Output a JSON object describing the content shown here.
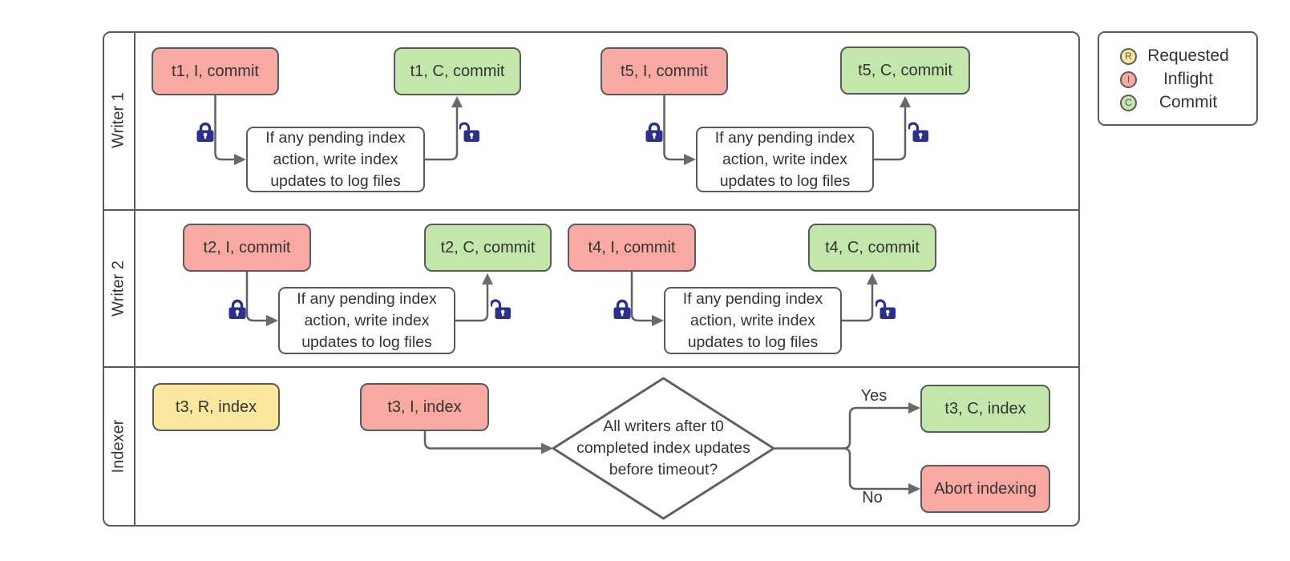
{
  "diagram_type": "swimlane-flowchart",
  "colors": {
    "inflight_fill": "#f8a9a1",
    "commit_fill": "#c3e6aa",
    "requested_fill": "#fbe79e",
    "stroke": "#5a5a5a",
    "lock_blue": "#29308e"
  },
  "lanes": [
    {
      "label": "Writer 1"
    },
    {
      "label": "Writer 2"
    },
    {
      "label": "Indexer"
    }
  ],
  "nodes": {
    "t1_inflight": {
      "label": "t1, I, commit"
    },
    "t1_commit": {
      "label": "t1, C, commit"
    },
    "t5_inflight": {
      "label": "t5, I, commit"
    },
    "t5_commit": {
      "label": "t5, C, commit"
    },
    "w1_process_a": {
      "label": "If any pending index action, write index updates to log files"
    },
    "w1_process_b": {
      "label": "If any pending index action, write index updates to log files"
    },
    "t2_inflight": {
      "label": "t2, I, commit"
    },
    "t2_commit": {
      "label": "t2, C, commit"
    },
    "t4_inflight": {
      "label": "t4, I, commit"
    },
    "t4_commit": {
      "label": "t4, C, commit"
    },
    "w2_process_a": {
      "label": "If any pending index action, write index updates to log files"
    },
    "w2_process_b": {
      "label": "If any pending index action, write index updates to log files"
    },
    "t3_requested": {
      "label": "t3, R, index"
    },
    "t3_inflight": {
      "label": "t3, I, index"
    },
    "decision": {
      "label": "All writers after t0 completed index updates before timeout?"
    },
    "t3_commit": {
      "label": "t3, C, index"
    },
    "abort": {
      "label": "Abort indexing"
    }
  },
  "branches": {
    "yes_label": "Yes",
    "no_label": "No"
  },
  "legend": {
    "items": [
      {
        "letter": "R",
        "label": "Requested",
        "color": "#fbe79e"
      },
      {
        "letter": "I",
        "label": "Inflight",
        "color": "#f8a9a1"
      },
      {
        "letter": "C",
        "label": "Commit",
        "color": "#c3e6aa"
      }
    ]
  }
}
